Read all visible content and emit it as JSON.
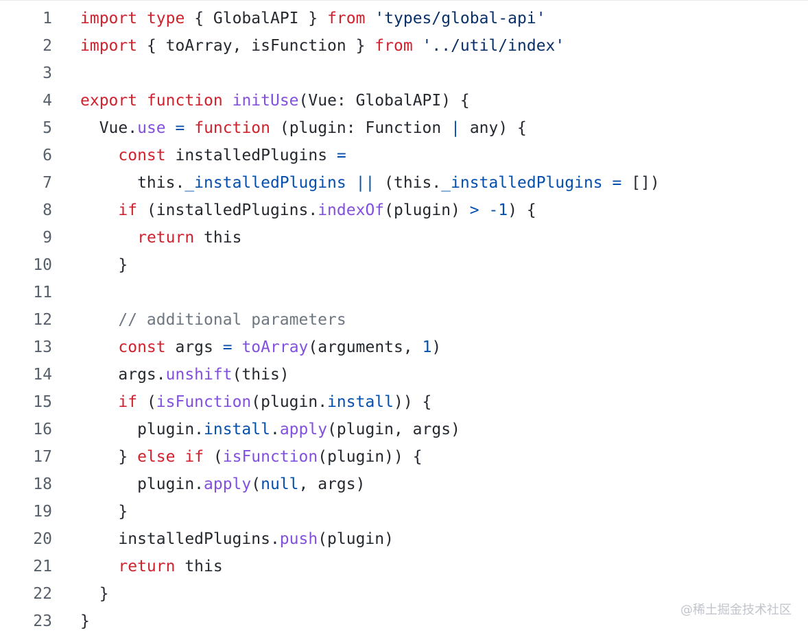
{
  "code": {
    "lines": [
      {
        "number": "1",
        "tokens": [
          {
            "t": "import",
            "k": "kw"
          },
          {
            "t": " ",
            "k": "plain"
          },
          {
            "t": "type",
            "k": "kw"
          },
          {
            "t": " { GlobalAPI } ",
            "k": "plain"
          },
          {
            "t": "from",
            "k": "kw"
          },
          {
            "t": " ",
            "k": "plain"
          },
          {
            "t": "'types/global-api'",
            "k": "str"
          }
        ]
      },
      {
        "number": "2",
        "tokens": [
          {
            "t": "import",
            "k": "kw"
          },
          {
            "t": " { toArray, isFunction } ",
            "k": "plain"
          },
          {
            "t": "from",
            "k": "kw"
          },
          {
            "t": " ",
            "k": "plain"
          },
          {
            "t": "'../util/index'",
            "k": "str"
          }
        ]
      },
      {
        "number": "3",
        "tokens": []
      },
      {
        "number": "4",
        "tokens": [
          {
            "t": "export",
            "k": "kw"
          },
          {
            "t": " ",
            "k": "plain"
          },
          {
            "t": "function",
            "k": "kw"
          },
          {
            "t": " ",
            "k": "plain"
          },
          {
            "t": "initUse",
            "k": "fn"
          },
          {
            "t": "(Vue: GlobalAPI) {",
            "k": "plain"
          }
        ]
      },
      {
        "number": "5",
        "tokens": [
          {
            "t": "  Vue.",
            "k": "plain"
          },
          {
            "t": "use",
            "k": "fn"
          },
          {
            "t": " ",
            "k": "plain"
          },
          {
            "t": "=",
            "k": "op"
          },
          {
            "t": " ",
            "k": "plain"
          },
          {
            "t": "function",
            "k": "kw"
          },
          {
            "t": " (plugin: Function ",
            "k": "plain"
          },
          {
            "t": "|",
            "k": "op"
          },
          {
            "t": " any) {",
            "k": "plain"
          }
        ]
      },
      {
        "number": "6",
        "tokens": [
          {
            "t": "    ",
            "k": "plain"
          },
          {
            "t": "const",
            "k": "kw"
          },
          {
            "t": " installedPlugins ",
            "k": "plain"
          },
          {
            "t": "=",
            "k": "op"
          }
        ]
      },
      {
        "number": "7",
        "tokens": [
          {
            "t": "      this.",
            "k": "plain"
          },
          {
            "t": "_installedPlugins",
            "k": "prop"
          },
          {
            "t": " ",
            "k": "plain"
          },
          {
            "t": "||",
            "k": "op"
          },
          {
            "t": " (this.",
            "k": "plain"
          },
          {
            "t": "_installedPlugins",
            "k": "prop"
          },
          {
            "t": " ",
            "k": "plain"
          },
          {
            "t": "=",
            "k": "op"
          },
          {
            "t": " [])",
            "k": "plain"
          }
        ]
      },
      {
        "number": "8",
        "tokens": [
          {
            "t": "    ",
            "k": "plain"
          },
          {
            "t": "if",
            "k": "kw"
          },
          {
            "t": " (installedPlugins.",
            "k": "plain"
          },
          {
            "t": "indexOf",
            "k": "fn"
          },
          {
            "t": "(plugin) ",
            "k": "plain"
          },
          {
            "t": ">",
            "k": "op"
          },
          {
            "t": " ",
            "k": "plain"
          },
          {
            "t": "-1",
            "k": "num"
          },
          {
            "t": ") {",
            "k": "plain"
          }
        ]
      },
      {
        "number": "9",
        "tokens": [
          {
            "t": "      ",
            "k": "plain"
          },
          {
            "t": "return",
            "k": "kw"
          },
          {
            "t": " this",
            "k": "plain"
          }
        ]
      },
      {
        "number": "10",
        "tokens": [
          {
            "t": "    }",
            "k": "plain"
          }
        ]
      },
      {
        "number": "11",
        "tokens": []
      },
      {
        "number": "12",
        "tokens": [
          {
            "t": "    ",
            "k": "plain"
          },
          {
            "t": "// additional parameters",
            "k": "cm"
          }
        ]
      },
      {
        "number": "13",
        "tokens": [
          {
            "t": "    ",
            "k": "plain"
          },
          {
            "t": "const",
            "k": "kw"
          },
          {
            "t": " args ",
            "k": "plain"
          },
          {
            "t": "=",
            "k": "op"
          },
          {
            "t": " ",
            "k": "plain"
          },
          {
            "t": "toArray",
            "k": "fn"
          },
          {
            "t": "(arguments, ",
            "k": "plain"
          },
          {
            "t": "1",
            "k": "num"
          },
          {
            "t": ")",
            "k": "plain"
          }
        ]
      },
      {
        "number": "14",
        "tokens": [
          {
            "t": "    args.",
            "k": "plain"
          },
          {
            "t": "unshift",
            "k": "fn"
          },
          {
            "t": "(this)",
            "k": "plain"
          }
        ]
      },
      {
        "number": "15",
        "tokens": [
          {
            "t": "    ",
            "k": "plain"
          },
          {
            "t": "if",
            "k": "kw"
          },
          {
            "t": " (",
            "k": "plain"
          },
          {
            "t": "isFunction",
            "k": "fn"
          },
          {
            "t": "(plugin.",
            "k": "plain"
          },
          {
            "t": "install",
            "k": "prop"
          },
          {
            "t": ")) {",
            "k": "plain"
          }
        ]
      },
      {
        "number": "16",
        "tokens": [
          {
            "t": "      plugin.",
            "k": "plain"
          },
          {
            "t": "install",
            "k": "prop"
          },
          {
            "t": ".",
            "k": "plain"
          },
          {
            "t": "apply",
            "k": "fn"
          },
          {
            "t": "(plugin, args)",
            "k": "plain"
          }
        ]
      },
      {
        "number": "17",
        "tokens": [
          {
            "t": "    } ",
            "k": "plain"
          },
          {
            "t": "else",
            "k": "kw"
          },
          {
            "t": " ",
            "k": "plain"
          },
          {
            "t": "if",
            "k": "kw"
          },
          {
            "t": " (",
            "k": "plain"
          },
          {
            "t": "isFunction",
            "k": "fn"
          },
          {
            "t": "(plugin)) {",
            "k": "plain"
          }
        ]
      },
      {
        "number": "18",
        "tokens": [
          {
            "t": "      plugin.",
            "k": "plain"
          },
          {
            "t": "apply",
            "k": "fn"
          },
          {
            "t": "(",
            "k": "plain"
          },
          {
            "t": "null",
            "k": "num"
          },
          {
            "t": ", args)",
            "k": "plain"
          }
        ]
      },
      {
        "number": "19",
        "tokens": [
          {
            "t": "    }",
            "k": "plain"
          }
        ]
      },
      {
        "number": "20",
        "tokens": [
          {
            "t": "    installedPlugins.",
            "k": "plain"
          },
          {
            "t": "push",
            "k": "fn"
          },
          {
            "t": "(plugin)",
            "k": "plain"
          }
        ]
      },
      {
        "number": "21",
        "tokens": [
          {
            "t": "    ",
            "k": "plain"
          },
          {
            "t": "return",
            "k": "kw"
          },
          {
            "t": " this",
            "k": "plain"
          }
        ]
      },
      {
        "number": "22",
        "tokens": [
          {
            "t": "  }",
            "k": "plain"
          }
        ]
      },
      {
        "number": "23",
        "tokens": [
          {
            "t": "}",
            "k": "plain"
          }
        ]
      }
    ]
  },
  "watermark": {
    "text": "@稀土掘金技术社区"
  },
  "colors": {
    "keyword": "#cf222e",
    "string": "#0a3069",
    "function": "#8250df",
    "property": "#0550ae",
    "comment": "#6e7781",
    "text": "#24292f",
    "line_number": "#57606a"
  }
}
